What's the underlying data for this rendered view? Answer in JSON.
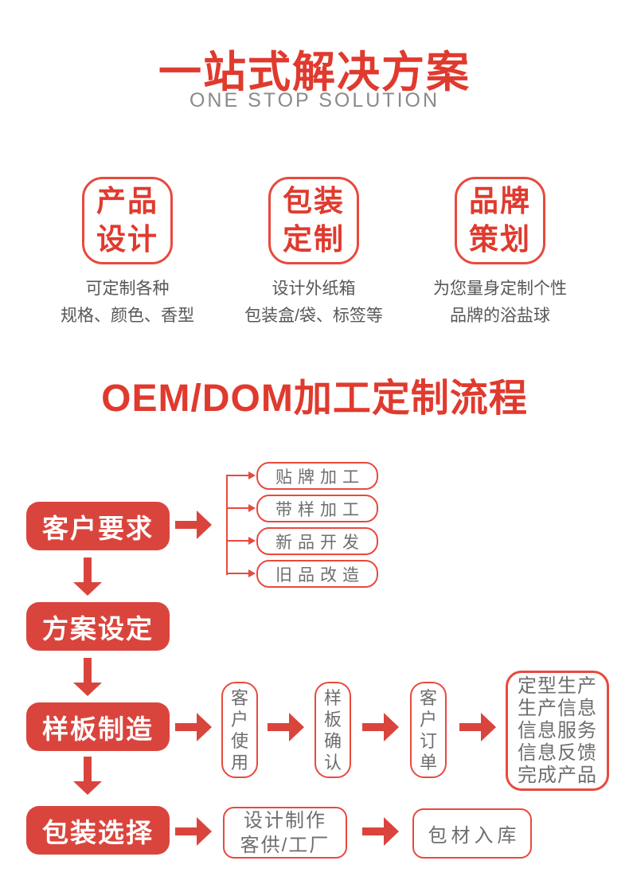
{
  "colors": {
    "red": "#d9453d",
    "titlered": "#e03a2e",
    "border": "#e8493e",
    "ink": "#6e6e6e",
    "caption": "#575757",
    "subtitle": "#8a8a8a"
  },
  "header": {
    "title": "一站式解决方案",
    "subtitle": "ONE STOP SOLUTION"
  },
  "features": [
    {
      "title_lines": [
        "产品",
        "设计"
      ],
      "caption_lines": [
        "可定制各种",
        "规格、颜色、香型"
      ]
    },
    {
      "title_lines": [
        "包装",
        "定制"
      ],
      "caption_lines": [
        "设计外纸箱",
        "包装盒/袋、标签等"
      ]
    },
    {
      "title_lines": [
        "品牌",
        "策划"
      ],
      "caption_lines": [
        "为您量身定制个性",
        "品牌的浴盐球"
      ]
    }
  ],
  "process": {
    "title": "OEM/DOM加工定制流程",
    "steps": {
      "customer_requirements": "客户要求",
      "plan_setting": "方案设定",
      "sample_making": "样板制造",
      "packaging_selection": "包装选择"
    },
    "branches": [
      "贴牌加工",
      "带样加工",
      "新品开发",
      "旧品改造"
    ],
    "sample_chain": [
      "客户使用",
      "样板确认",
      "客户订单"
    ],
    "production_box_lines": [
      "定型生产",
      "生产信息",
      "信息服务",
      "信息反馈",
      "完成产品"
    ],
    "design_box_lines": [
      "设计制作",
      "客供/工厂"
    ],
    "warehouse": "包材入库"
  }
}
